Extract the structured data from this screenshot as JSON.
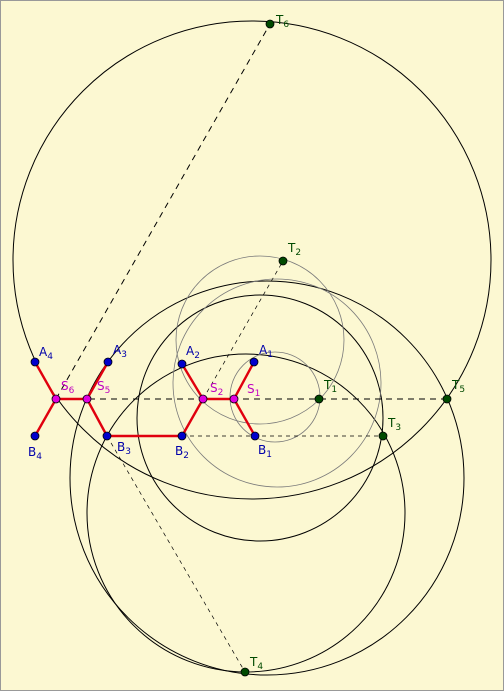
{
  "colors": {
    "background": "#fcf8d2",
    "circle_stroke": "#000000",
    "thin_circle_stroke": "#7a7a7a",
    "red_path": "#e0000e",
    "point_blue": "#0000cc",
    "point_green": "#004a00",
    "point_magenta": "#e000e0",
    "label_blue": "#0000aa",
    "label_green": "#004a00",
    "label_magenta": "#c000c0"
  },
  "points": {
    "A1": {
      "base": "A",
      "sub": "1"
    },
    "A2": {
      "base": "A",
      "sub": "2"
    },
    "A3": {
      "base": "A",
      "sub": "3"
    },
    "A4": {
      "base": "A",
      "sub": "4"
    },
    "B1": {
      "base": "B",
      "sub": "1"
    },
    "B2": {
      "base": "B",
      "sub": "2"
    },
    "B3": {
      "base": "B",
      "sub": "3"
    },
    "B4": {
      "base": "B",
      "sub": "4"
    },
    "S1": {
      "base": "S",
      "sub": "1"
    },
    "S2": {
      "base": "S",
      "sub": "2"
    },
    "S5": {
      "base": "S",
      "sub": "5"
    },
    "S6": {
      "base": "S",
      "sub": "6"
    },
    "T1": {
      "base": "T",
      "sub": "1"
    },
    "T2": {
      "base": "T",
      "sub": "2"
    },
    "T3": {
      "base": "T",
      "sub": "3"
    },
    "T4": {
      "base": "T",
      "sub": "4"
    },
    "T5": {
      "base": "T",
      "sub": "5"
    },
    "T6": {
      "base": "T",
      "sub": "6"
    }
  }
}
